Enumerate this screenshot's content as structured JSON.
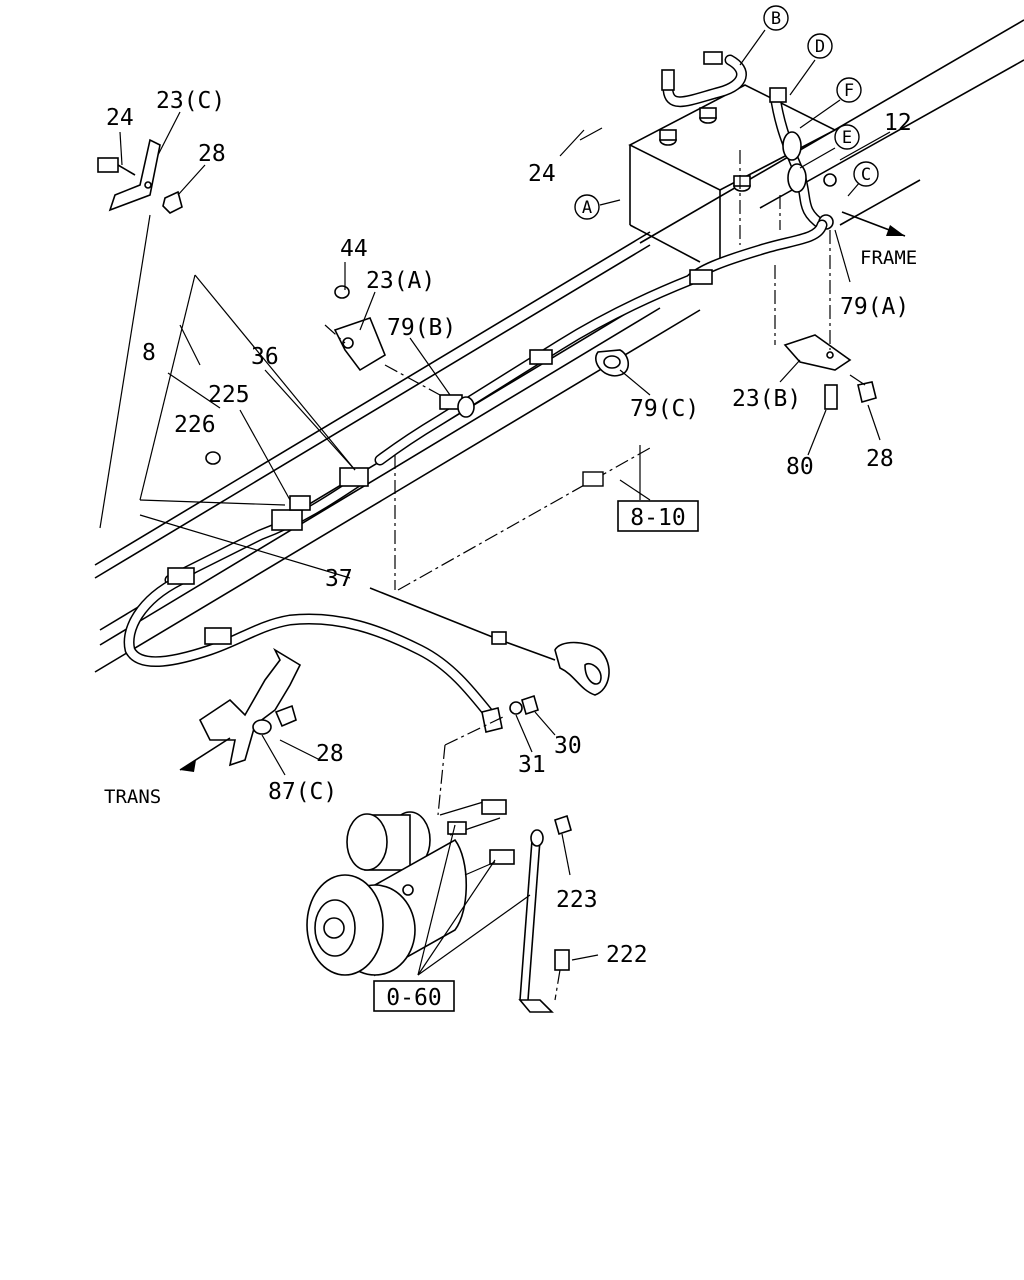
{
  "labels": {
    "l24a": "24",
    "l23c": "23(C)",
    "l28a": "28",
    "l44": "44",
    "l23a": "23(A)",
    "l36": "36",
    "l79b": "79(B)",
    "l8": "8",
    "l225": "225",
    "l226": "226",
    "l37": "37",
    "l24b": "24",
    "l12": "12",
    "lframe": "FRAME",
    "l79a": "79(A)",
    "l79c": "79(C)",
    "l23b": "23(B)",
    "l80": "80",
    "l28b": "28",
    "l28c": "28",
    "l87c": "87(C)",
    "ltrans": "TRANS",
    "l31": "31",
    "l30": "30",
    "l223": "223",
    "l222": "222"
  },
  "refs": {
    "r810": "8-10",
    "r060": "0-60"
  },
  "circles": {
    "a": "A",
    "b": "B",
    "c": "C",
    "d": "D",
    "e": "E",
    "f": "F"
  }
}
